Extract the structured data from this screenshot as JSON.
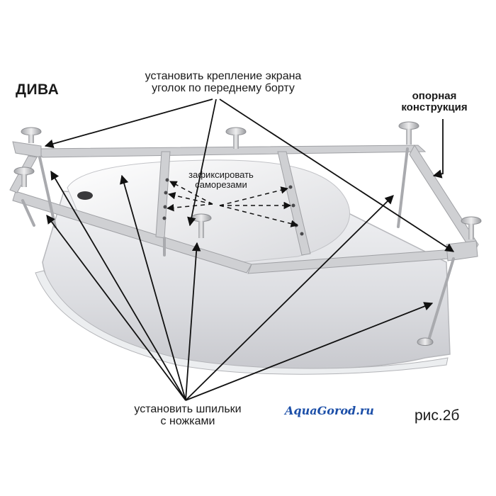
{
  "title": "ДИВА",
  "top_callout": {
    "line1": "установить крепление экрана",
    "line2": "уголок по переднему борту"
  },
  "support_label": {
    "line1": "опорная",
    "line2": "конструкция"
  },
  "fix_label": {
    "line1": "зафиксировать",
    "line2": "саморезами"
  },
  "bottom_callout": {
    "line1": "установить шпильки",
    "line2": "с ножками"
  },
  "watermark": "AquaGorod.ru",
  "figure_label": "рис.2б",
  "colors": {
    "arrow": "#111111",
    "frame": "#c9cacd",
    "tub": "#e6e7ea",
    "watermark": "#1c4fa8"
  }
}
